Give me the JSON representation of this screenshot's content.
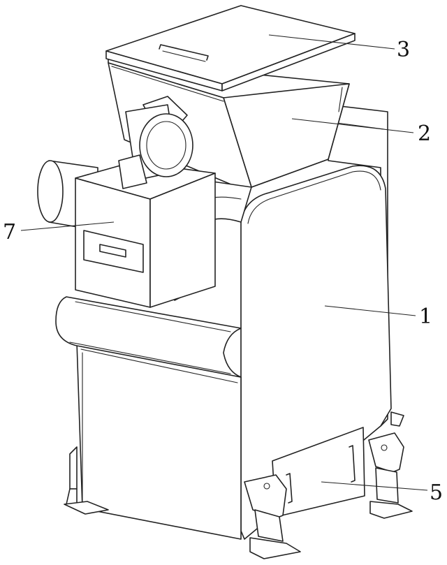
{
  "callouts": [
    {
      "id": "1",
      "label": "1"
    },
    {
      "id": "2",
      "label": "2"
    },
    {
      "id": "3",
      "label": "3"
    },
    {
      "id": "5",
      "label": "5"
    },
    {
      "id": "7",
      "label": "7"
    }
  ]
}
